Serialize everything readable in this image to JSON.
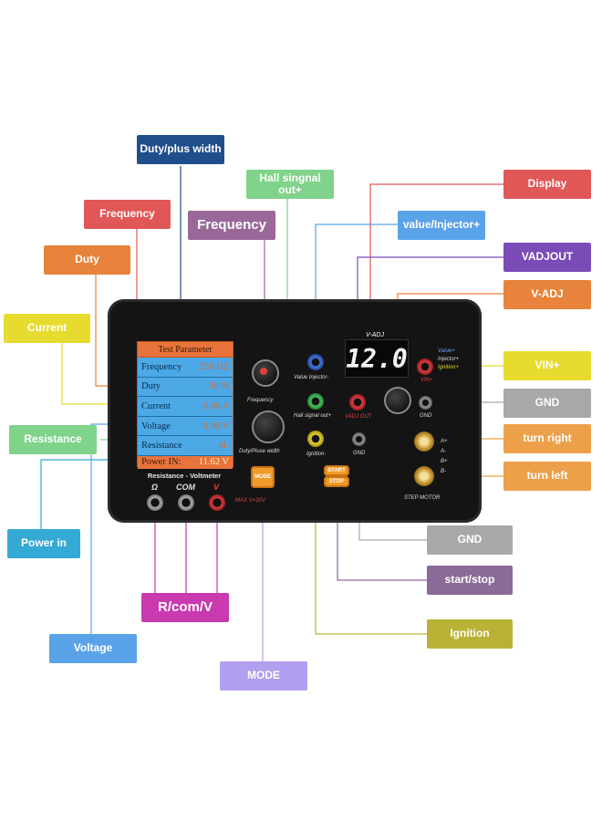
{
  "panel": {
    "lcd": {
      "title": "Test Parameter",
      "rows": [
        {
          "name": "Frequency",
          "value": "259 HZ"
        },
        {
          "name": "Duty",
          "value": "50 %"
        },
        {
          "name": "Current",
          "value": "0.00 A"
        },
        {
          "name": "Voltage",
          "value": "0.00 V"
        },
        {
          "name": "Resistance",
          "value": "0L"
        }
      ],
      "power": {
        "name": "Power IN:",
        "value": "11.62 V"
      }
    },
    "rv_title": "Resistance - Voltmeter",
    "jack_ohm": "Ω",
    "jack_com": "COM",
    "jack_v": "V",
    "max_v": "MAX V=30V",
    "knob_freq_label": "Frequency",
    "knob_duty_label": "Duty/Pluse width",
    "value_injector": "Value Injector-",
    "hall_signal": "Hall signal out+",
    "ignition": "Ignition-",
    "gnd1": "GND",
    "gnd2": "GND",
    "vadj_title": "V-ADJ",
    "display_value": "12.0",
    "vadj_out": "VADJ OUT",
    "vin_plus": "VIN+",
    "vin_tags": [
      "Value+",
      "Injector+",
      "Ignition+"
    ],
    "mode_btn": "MODE",
    "start_btn": "START",
    "stop_btn": "STOP",
    "step_motor": "STEP MOTOR",
    "motor_pins": [
      "A+",
      "A-",
      "B+",
      "B-"
    ]
  },
  "callouts": {
    "duty_plus_width": "Duty/plus width",
    "hall_signal_out": "Hall singnal out+",
    "display": "Display",
    "frequency_red": "Frequency",
    "frequency_big": "Frequency",
    "value_injector": "value/Injector+",
    "vadjout": "VADJOUT",
    "duty": "Duty",
    "v_adj": "V-ADJ",
    "current": "Current",
    "vin_plus": "VIN+",
    "gnd_right": "GND",
    "resistance": "Resistance",
    "turn_right": "turn right",
    "turn_left": "turn left",
    "power_in": "Power in",
    "gnd_bottom": "GND",
    "start_stop": "start/stop",
    "r_com_v": "R/com/V",
    "ignition": "Ignition",
    "voltage": "Voltage",
    "mode": "MODE"
  },
  "colors": {
    "navy": "#1f4e8c",
    "green": "#7fd38a",
    "red": "#e05757",
    "grape": "#9a6898",
    "blue": "#5ba3e8",
    "purple": "#7b4bb8",
    "orange": "#e7833a",
    "yellow": "#e6db2e",
    "gray": "#a8a8a8",
    "amber": "#eda04a",
    "cyan": "#34a9d4",
    "magenta": "#c93ab0",
    "olive": "#b9b236",
    "violet": "#b39ff0",
    "muted_purple": "#8a6b97"
  }
}
